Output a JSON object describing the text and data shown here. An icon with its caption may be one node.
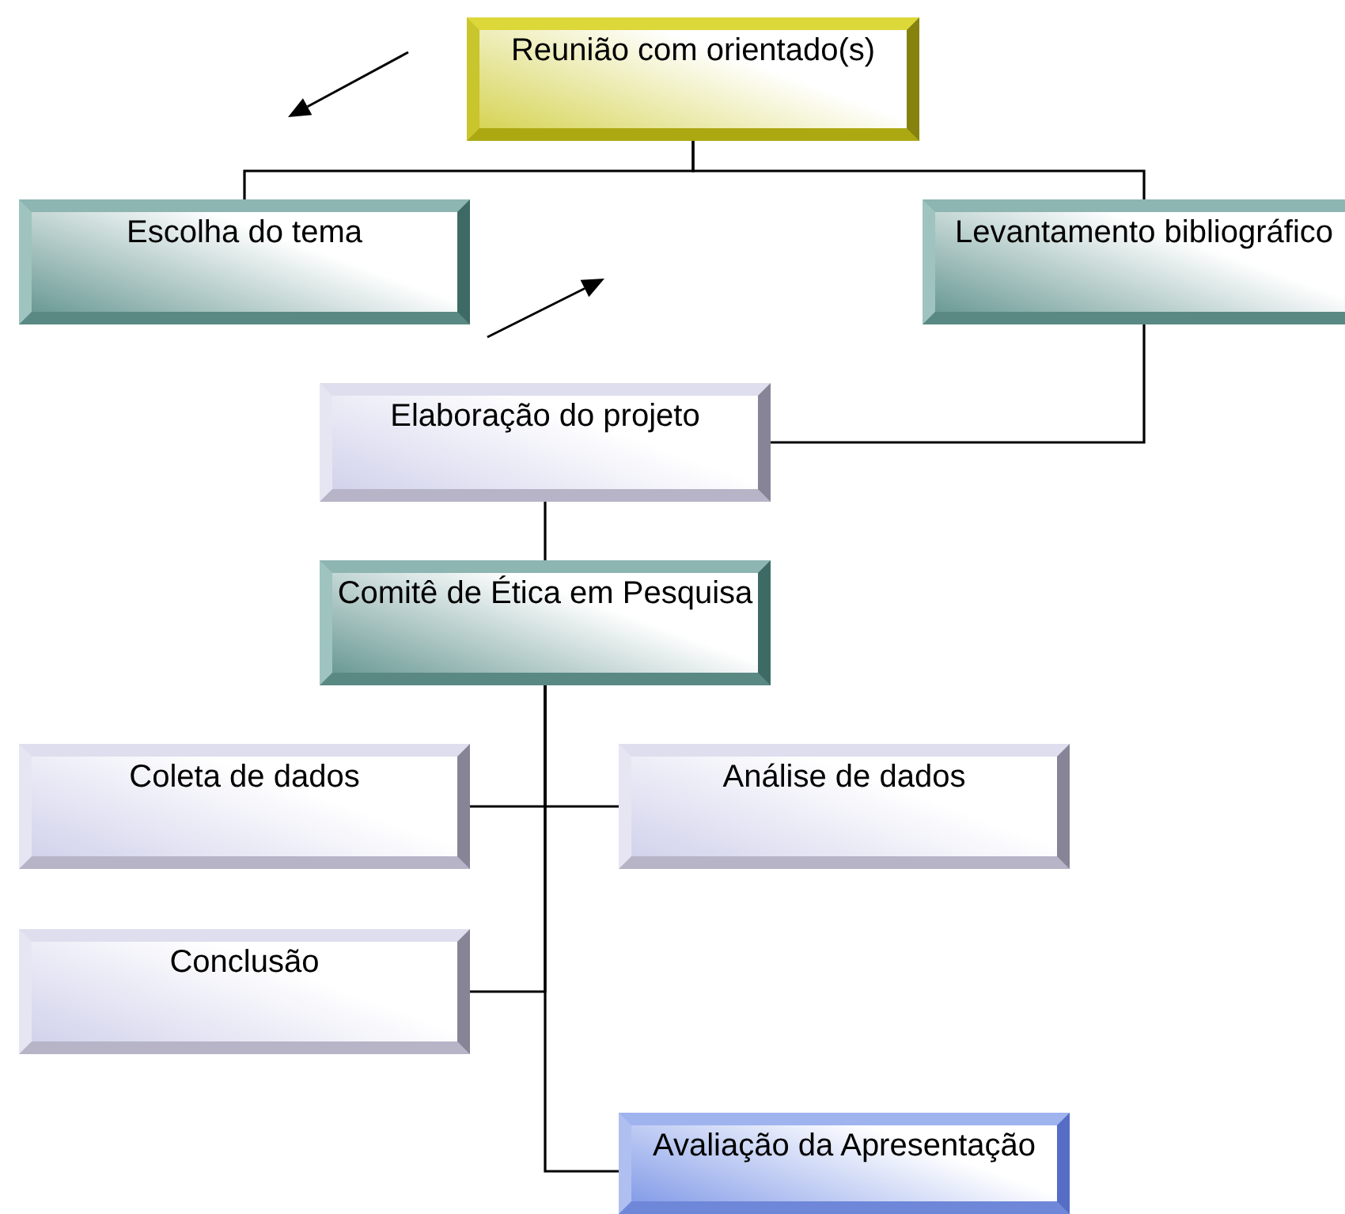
{
  "diagram": {
    "nodes": [
      {
        "text": [
          "Reunião com orientado(s)"
        ]
      },
      {
        "text": [
          "Escolha do tema"
        ]
      },
      {
        "text": [
          "Levantamento bibliográfico"
        ]
      },
      {
        "text": [
          "Elaboração do projeto"
        ]
      },
      {
        "text": [
          "Comitê de Ética em Pesquisa"
        ]
      },
      {
        "text": [
          "Coleta de dados"
        ]
      },
      {
        "text": [
          "Análise de dados"
        ]
      },
      {
        "text": [
          "Conclusão"
        ]
      },
      {
        "text": [
          "Avaliação da Apresentação"
        ]
      }
    ],
    "edges": [
      {
        "from": 0,
        "to": 1,
        "arrow": "none"
      },
      {
        "from": 0,
        "to": 2,
        "arrow": "none"
      },
      {
        "from": 2,
        "to": 3,
        "arrow": "none"
      },
      {
        "from": 3,
        "to": 4,
        "arrow": "none"
      },
      {
        "from": 4,
        "to": 5,
        "arrow": "none"
      },
      {
        "from": 4,
        "to": 6,
        "arrow": "none"
      },
      {
        "from": 4,
        "to": 7,
        "arrow": "none"
      },
      {
        "from": 4,
        "to": 8,
        "arrow": "none"
      }
    ]
  }
}
